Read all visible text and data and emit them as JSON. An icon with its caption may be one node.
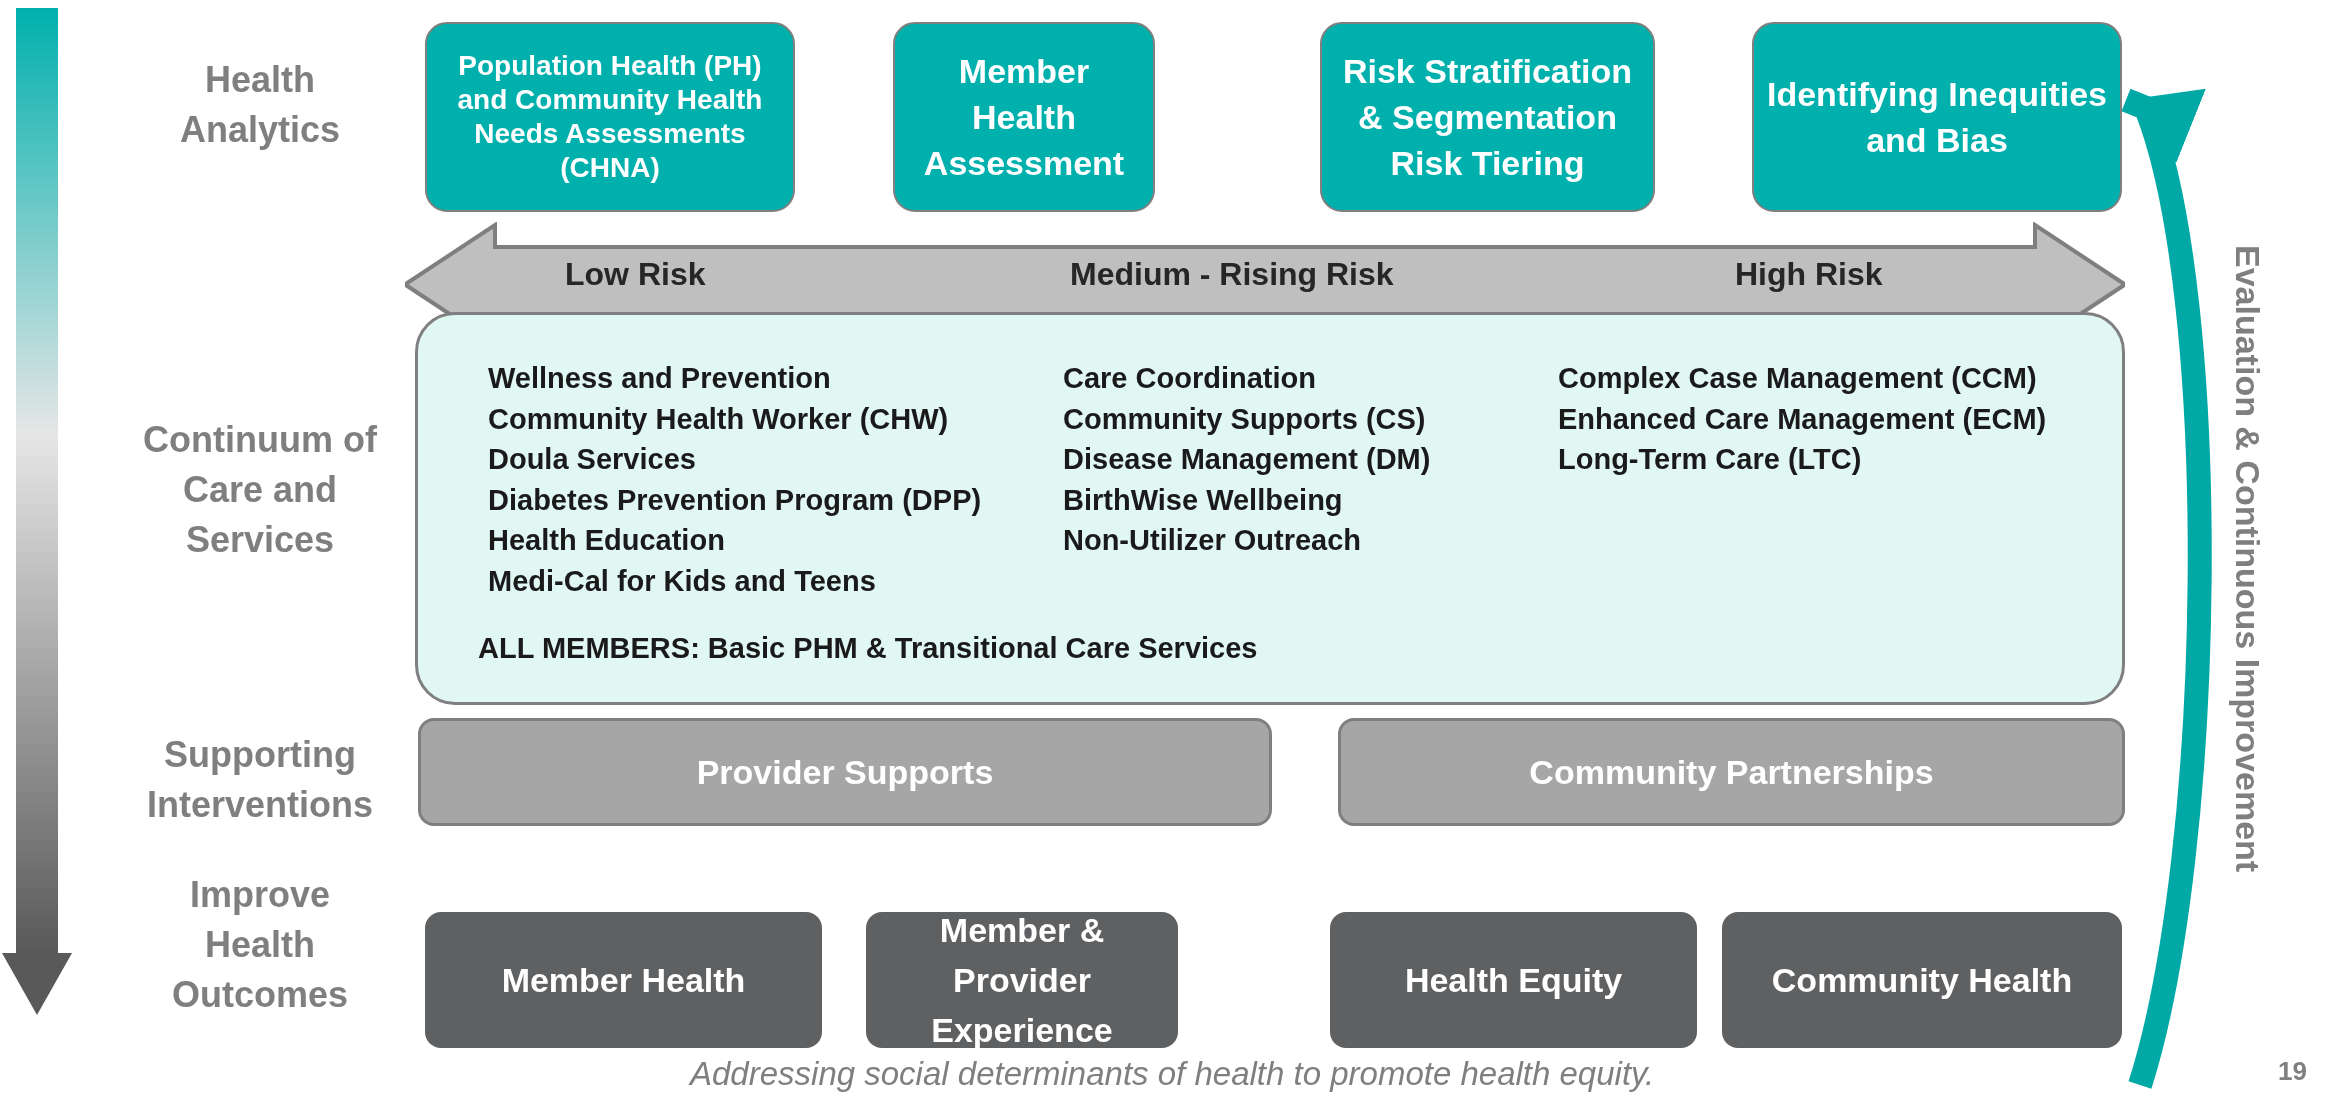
{
  "diagram": {
    "caption": "Addressing social determinants of health to promote health equity.",
    "nodes": [
      {
        "text": [
          "Population Health (PH) and Community Health Needs Assessments (CHNA)"
        ]
      },
      {
        "text": [
          "Member Health Assessment"
        ]
      },
      {
        "text": [
          "Risk Stratification & Segmentation Risk Tiering"
        ]
      },
      {
        "text": [
          "Identifying Inequities and Bias"
        ]
      },
      {
        "text": [
          "Low Risk",
          "Medium - Rising Risk",
          "High Risk"
        ]
      },
      {
        "text": [
          "Wellness and Prevention",
          "Community Health Worker (CHW)",
          "Doula Services",
          "Diabetes Prevention Program (DPP)",
          "Health Education",
          "Medi-Cal for Kids and Teens",
          "Care Coordination",
          "Community Supports (CS)",
          "Disease Management (DM)",
          "BirthWise Wellbeing",
          "Non-Utilizer Outreach",
          "Complex Case Management (CCM)",
          "Enhanced Care Management (ECM)",
          "Long-Term Care (LTC)",
          "ALL MEMBERS: Basic PHM & Transitional Care Services"
        ]
      },
      {
        "text": [
          "Provider Supports"
        ]
      },
      {
        "text": [
          "Community Partnerships"
        ]
      },
      {
        "text": [
          "Member Health"
        ]
      },
      {
        "text": [
          "Member & Provider Experience"
        ]
      },
      {
        "text": [
          "Health Equity"
        ]
      },
      {
        "text": [
          "Community Health"
        ]
      }
    ],
    "edges": [
      {
        "from": null,
        "to": 3,
        "arrow": "to"
      }
    ],
    "labels": [
      "Health Analytics",
      "Continuum of Care and Services",
      "Supporting Interventions",
      "Improve Health Outcomes",
      "Evaluation & Continuous Improvement",
      "19"
    ]
  }
}
